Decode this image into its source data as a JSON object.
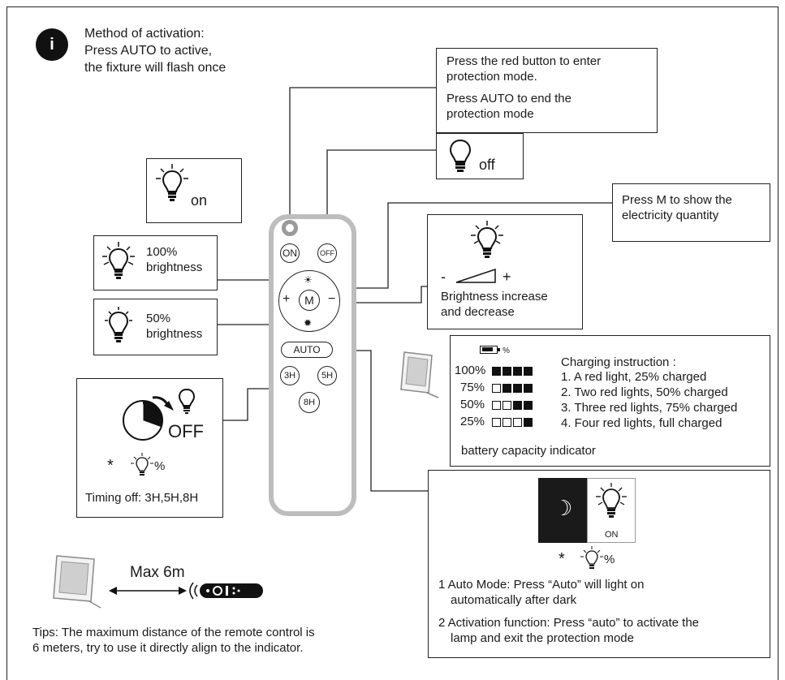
{
  "info": {
    "icon_letter": "i",
    "lines": [
      "Method of activation:",
      "Press AUTO to active,",
      "the fixture will flash once"
    ]
  },
  "protection": {
    "line1": "Press the red button to enter",
    "line2": "protection mode.",
    "line3": "Press AUTO to end the",
    "line4": "protection mode"
  },
  "off_box": {
    "label": "off"
  },
  "on_box": {
    "label": "on"
  },
  "press_m": {
    "line1": "Press M to show the",
    "line2": "electricity quantity"
  },
  "brightness100": {
    "line1": "100%",
    "line2": "brightness"
  },
  "brightness50": {
    "line1": "50%",
    "line2": "brightness"
  },
  "brightness_adjust": {
    "minus": "-",
    "plus": "+",
    "line1": "Brightness increase",
    "line2": "and decrease"
  },
  "remote": {
    "on": "ON",
    "off": "OFF",
    "m": "M",
    "plus": "+",
    "minus": "−",
    "auto": "AUTO",
    "h3": "3H",
    "h5": "5H",
    "h8": "8H"
  },
  "charging": {
    "percent_sign": "%",
    "levels": [
      "100%",
      "75%",
      "50%",
      "25%"
    ],
    "title": "Charging instruction :",
    "items": [
      "1. A red light, 25% charged",
      "2. Two red lights, 50% charged",
      "3. Three red lights, 75% charged",
      "4. Four red lights, full charged"
    ],
    "footer": "battery capacity indicator"
  },
  "timer": {
    "off_label": "OFF",
    "asterisk": "*",
    "percent": "%",
    "caption": "Timing off: 3H,5H,8H"
  },
  "auto_box": {
    "on_label": "ON",
    "asterisk": "*",
    "percent": "%",
    "item1_line1": "1  Auto Mode: Press “Auto” will light on",
    "item1_line2": "automatically after dark",
    "item2_line1": "2  Activation function: Press “auto” to activate the",
    "item2_line2": "lamp and exit the protection mode"
  },
  "distance": {
    "label": "Max 6m",
    "tips_line1": "Tips: The maximum distance of the remote control is",
    "tips_line2": "6 meters, try to use it directly align to the indicator."
  }
}
